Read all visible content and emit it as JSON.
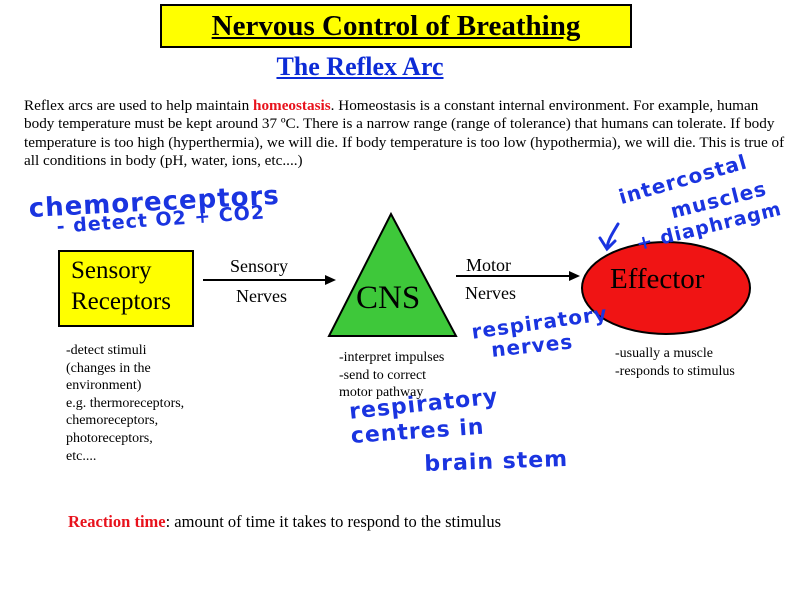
{
  "title": "Nervous Control of Breathing",
  "subtitle": "The Reflex Arc",
  "intro": {
    "before": "Reflex arcs are used to help maintain ",
    "keyword": "homeostasis",
    "after": ".  Homeostasis is a constant internal environment.  For example, human body temperature must be kept around 37 ºC.  There is a narrow range (range of tolerance) that humans can tolerate.  If body temperature is too high (hyperthermia), we will die.  If body temperature is too low (hypothermia), we will die.  This is true of all conditions in body (pH, water, ions, etc....)"
  },
  "diagram": {
    "receptor_box": {
      "line1": "Sensory",
      "line2": "Receptors",
      "color": "#ffff00"
    },
    "arrow1": {
      "top": "Sensory",
      "bottom": "Nerves"
    },
    "cns": {
      "label": "CNS",
      "color": "#3ec83a"
    },
    "arrow2": {
      "top": "Motor",
      "bottom": "Nerves"
    },
    "effector": {
      "label": "Effector",
      "color": "#f01414"
    }
  },
  "notes": {
    "receptors": [
      "-detect stimuli",
      "(changes in the",
      "environment)",
      "e.g. thermoreceptors,",
      "chemoreceptors,",
      "photoreceptors,",
      "etc...."
    ],
    "cns": [
      "-interpret impulses",
      "-send to correct",
      "motor pathway"
    ],
    "effector": [
      "-usually a muscle",
      "-responds to stimulus"
    ]
  },
  "handwritten": {
    "chemo_line1": "chemoreceptors",
    "chemo_line2": "- detect O2 + CO2",
    "effector_line1": "intercostal",
    "effector_line2": "muscles",
    "effector_line3": "+ diaphragm",
    "motor_line1": "respiratory",
    "motor_line2": "nerves",
    "cns_line1": "respiratory",
    "cns_line2": "centres in",
    "cns_line3": "brain stem",
    "ink_color": "#1a34e0"
  },
  "reaction": {
    "term": "Reaction time",
    "definition": ":  amount of time it takes to respond to the stimulus"
  }
}
